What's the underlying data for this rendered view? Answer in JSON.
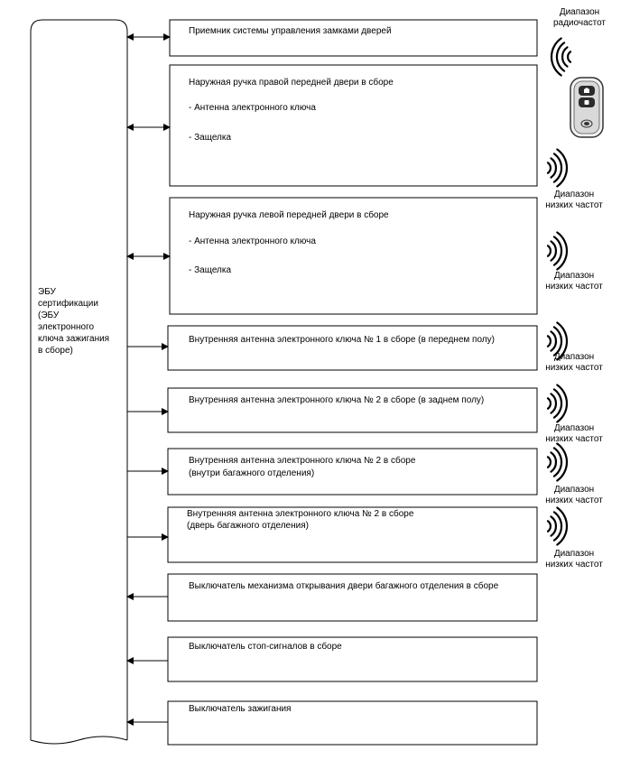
{
  "ecu": {
    "label_lines": [
      "ЭБУ",
      "сертификации",
      "(ЭБУ",
      "электронного",
      "ключа зажигания",
      "в сборе)"
    ]
  },
  "boxes": [
    {
      "id": "door-lock-receiver",
      "lines": [
        "Приемник системы управления замками дверей"
      ],
      "arrow": "both"
    },
    {
      "id": "front-right-handle",
      "lines": [
        "Наружная ручка правой передней двери в сборе",
        "- Антенна электронного ключа",
        "- Защелка"
      ],
      "arrow": "both"
    },
    {
      "id": "front-left-handle",
      "lines": [
        "Наружная ручка левой передней двери в сборе",
        "- Антенна электронного ключа",
        "- Защелка"
      ],
      "arrow": "both"
    },
    {
      "id": "interior-antenna-1",
      "lines": [
        "Внутренняя антенна электронного ключа № 1 в сборе (в переднем полу)"
      ],
      "arrow": "out"
    },
    {
      "id": "interior-antenna-2-rear-floor",
      "lines": [
        "Внутренняя антенна электронного ключа № 2 в сборе (в заднем полу)"
      ],
      "arrow": "out"
    },
    {
      "id": "interior-antenna-2-luggage",
      "lines": [
        "Внутренняя антенна электронного ключа № 2 в сборе",
        "(внутри багажного отделения)"
      ],
      "arrow": "out"
    },
    {
      "id": "interior-antenna-2-door",
      "lines": [
        "Внутренняя антенна электронного ключа № 2 в сборе",
        "(дверь багажного отделения)"
      ],
      "arrow": "out"
    },
    {
      "id": "luggage-door-opener-switch",
      "lines": [
        "Выключатель механизма открывания двери багажного отделения в сборе"
      ],
      "arrow": "in"
    },
    {
      "id": "stop-light-switch",
      "lines": [
        "Выключатель стоп-сигналов в сборе"
      ],
      "arrow": "in"
    },
    {
      "id": "ignition-switch",
      "lines": [
        "Выключатель зажигания"
      ],
      "arrow": "in"
    }
  ],
  "signals": {
    "rf": {
      "lines": [
        "Диапазон",
        "радиочастот"
      ]
    },
    "lf": {
      "lines": [
        "Диапазон",
        "низких частот"
      ]
    }
  },
  "icons": {
    "key_fob": "smart-key-fob-icon",
    "wave": "radio-wave-icon"
  }
}
